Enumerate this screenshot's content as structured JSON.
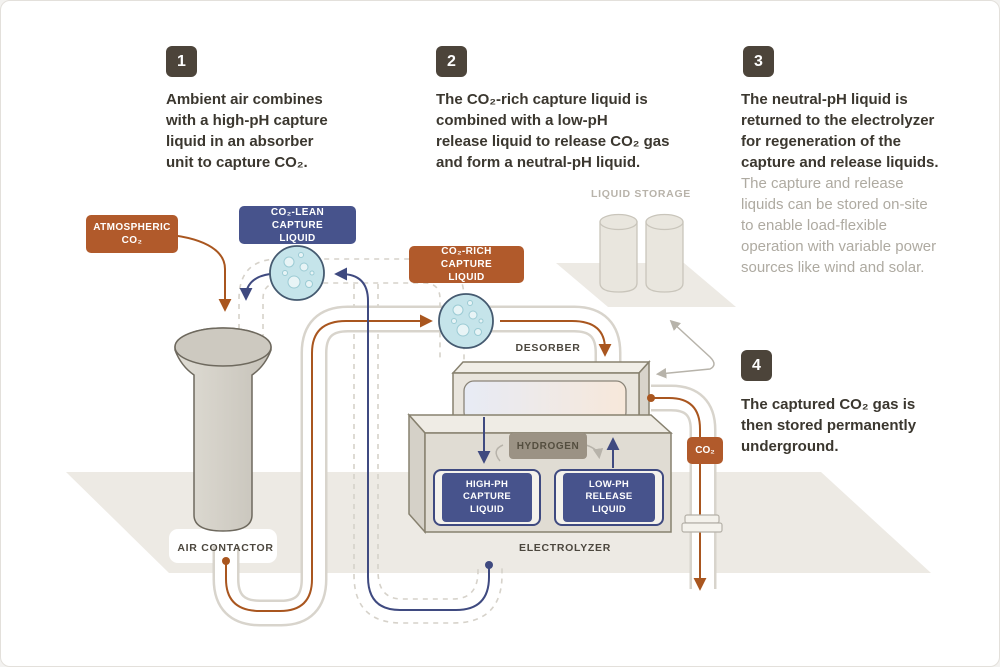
{
  "steps": [
    {
      "number": "1",
      "text": "Ambient air combines\nwith a high-pH capture\nliquid in an absorber\nunit to capture CO₂."
    },
    {
      "number": "2",
      "text": "The CO₂-rich capture liquid is\ncombined with a low-pH\nrelease liquid to release CO₂ gas\nand form a neutral-pH liquid."
    },
    {
      "number": "3",
      "text": "The neutral-pH liquid is\nreturned to the electrolyzer\nfor regeneration of the\ncapture and release liquids.",
      "subtext": "The capture and release\nliquids can be stored on-site\nto enable load-flexible\noperation with variable power\nsources like wind and solar."
    },
    {
      "number": "4",
      "text": "The captured CO₂ gas is\nthen stored permanently\nunderground."
    }
  ],
  "labels": {
    "atmospheric_co2": "ATMOSPHERIC\nCO₂",
    "co2_lean": "CO₂-LEAN CAPTURE\nLIQUID",
    "co2_rich": "CO₂-RICH CAPTURE\nLIQUID",
    "liquid_storage": "LIQUID STORAGE",
    "desorber": "DESORBER",
    "hydrogen": "HYDROGEN",
    "high_ph": "HIGH-PH\nCAPTURE LIQUID",
    "low_ph": "LOW-PH\nRELEASE LIQUID",
    "co2_pipe": "CO₂",
    "air_contactor": "AIR CONTACTOR",
    "electrolyzer": "ELECTROLYZER"
  },
  "colors": {
    "orange": "#b15a2b",
    "orange_line": "#a9561f",
    "blue": "#47538c",
    "blue_line": "#3f4a80",
    "badge": "#4c443a",
    "dark_text": "#3b372f",
    "grey_text": "#aeaaa1",
    "label_text": "#4c473e",
    "platform": "#edeae4",
    "tube": "#d8d4cc",
    "hydrogen_bg": "#9b9284"
  }
}
